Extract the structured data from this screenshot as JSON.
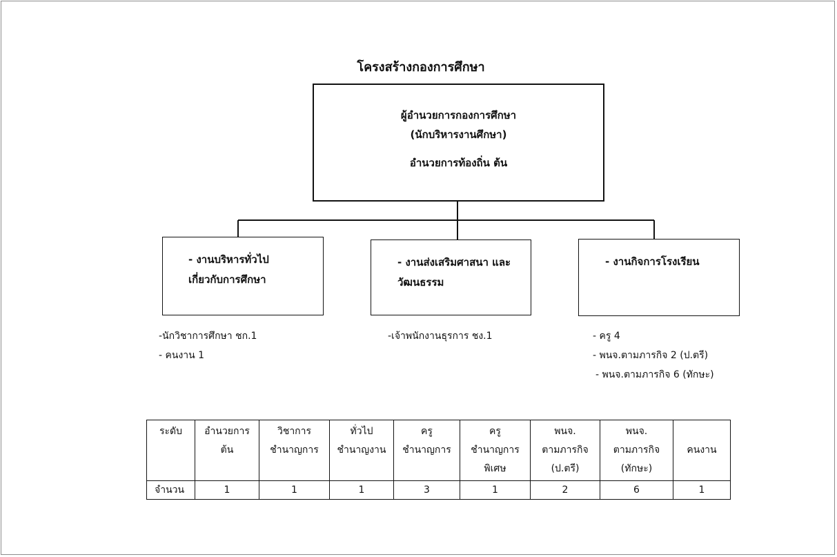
{
  "diagram": {
    "title": "โครงสร้างกองการศึกษา",
    "director": {
      "line1": "ผู้อำนวยการกองการศึกษา",
      "line2": "(นักบริหารงานศึกษา)",
      "line3": "อำนวยการท้องถิ่น   ต้น"
    },
    "units": [
      {
        "title": "- งานบริหารทั่วไป\n  เกี่ยวกับการศึกษา",
        "staff": [
          "-นักวิชาการศึกษา ชก.1",
          "- คนงาน 1"
        ]
      },
      {
        "title": "- งานส่งเสริมศาสนา และ\n  วัฒนธรรม",
        "staff": [
          "-เจ้าพนักงานธุรการ ชง.1"
        ]
      },
      {
        "title": "- งานกิจการโรงเรียน",
        "staff": [
          "- ครู 4",
          "- พนจ.ตามภารกิจ 2 (ป.ตรี)",
          "- พนจ.ตามภารกิจ 6 (ทักษะ)"
        ]
      }
    ]
  },
  "summary_table": {
    "headers": [
      "ระดับ",
      "อำนวยการ\nต้น",
      "วิชาการ\nชำนาญการ",
      "ทั่วไป\nชำนาญงาน",
      "ครู\nชำนาญการ",
      "ครู\nชำนาญการ\nพิเศษ",
      "พนจ.\nตามภารกิจ\n(ป.ตรี)",
      "พนจ.\nตามภารกิจ\n(ทักษะ)",
      "คนงาน"
    ],
    "row_label": "จำนวน",
    "values": [
      "1",
      "1",
      "1",
      "3",
      "1",
      "2",
      "6",
      "1"
    ]
  },
  "colors": {
    "line": "#111111",
    "page_border": "#8c8c8c",
    "background": "#ffffff"
  }
}
